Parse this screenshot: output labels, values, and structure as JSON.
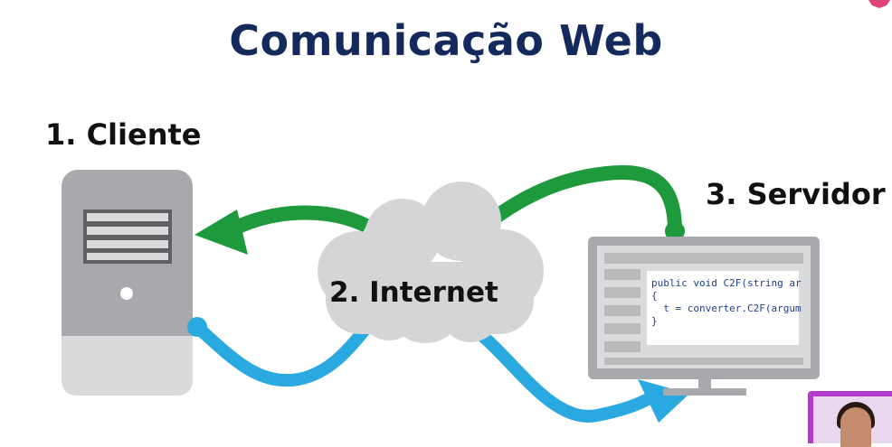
{
  "title": "Comunicação Web",
  "labels": {
    "cliente": "1. Cliente",
    "internet": "2. Internet",
    "servidor": "3. Servidor"
  },
  "code_lines": [
    "public void C2F(string ar",
    "{",
    "  t = converter.C2F(argum",
    "}"
  ],
  "colors": {
    "title": "#152a5c",
    "arrow_response": "#1e9a3d",
    "arrow_request": "#2aa9e0",
    "cloud": "#d5d5d7",
    "device_gray": "#a7a9ac",
    "device_light": "#d9dadc"
  },
  "icons": {
    "client": "server-tower-icon",
    "internet": "cloud-icon",
    "server": "monitor-icon"
  }
}
